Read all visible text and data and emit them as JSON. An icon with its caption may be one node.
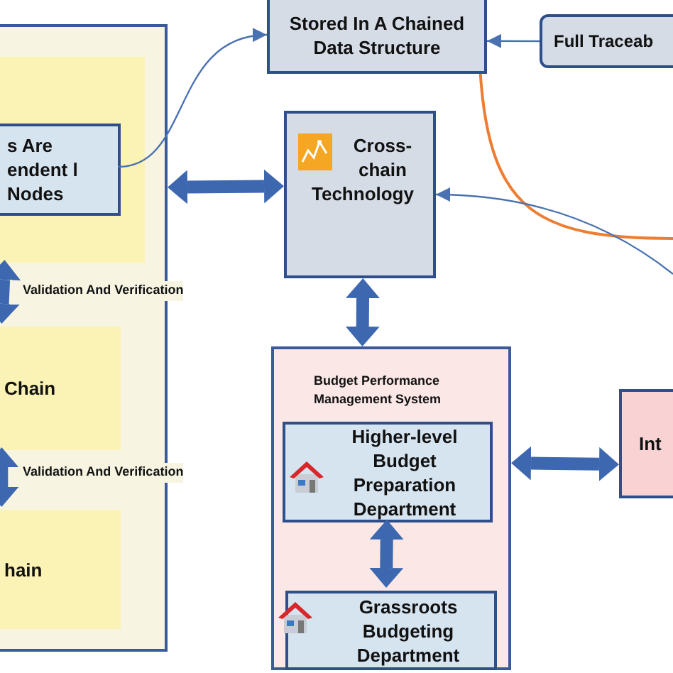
{
  "diagram": {
    "nodes": [
      {
        "text": [],
        "shape": "box"
      },
      {
        "text": [],
        "shape": "box",
        "in": 0
      },
      {
        "text": [
          "s Are endent l Nodes"
        ],
        "in": 1
      },
      {
        "text": [
          "Chain"
        ],
        "in": 0
      },
      {
        "text": [
          "hain"
        ],
        "in": 0
      },
      {
        "text": [
          "Stored In A Chained Data Structure"
        ]
      },
      {
        "text": [
          "Full Traceab"
        ]
      },
      {
        "text": [
          "Cross-chain Technology"
        ]
      },
      {
        "text": [
          "Budget Performance Management System"
        ]
      },
      {
        "text": [
          "Higher-level Budget Preparation Department"
        ],
        "in": 8
      },
      {
        "text": [
          "Grassroots Budgeting Department"
        ],
        "in": 8
      },
      {
        "text": [
          "Int"
        ]
      }
    ],
    "edges": [
      {
        "from": 2,
        "to": 5,
        "arrow": "to"
      },
      {
        "from": 6,
        "to": 5,
        "arrow": "to"
      },
      {
        "from": 0,
        "to": 7,
        "arrow": "both"
      },
      {
        "from": 7,
        "to": 8,
        "arrow": "both"
      },
      {
        "from": 9,
        "to": 10,
        "arrow": "both"
      },
      {
        "from": 8,
        "to": 11,
        "arrow": "both"
      },
      {
        "from": 1,
        "to": 3,
        "arrow": "both",
        "label": "Validation And Verification"
      },
      {
        "from": 3,
        "to": 4,
        "arrow": "both",
        "label": "Validation And Verification"
      },
      {
        "from": 5,
        "to": null,
        "arrow": "none",
        "color": "#ee7d31"
      },
      {
        "from": null,
        "to": 7,
        "arrow": "to"
      }
    ]
  }
}
